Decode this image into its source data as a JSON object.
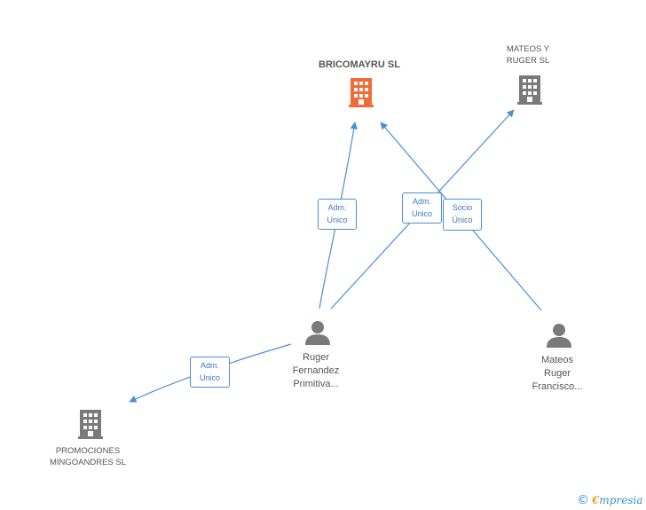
{
  "colors": {
    "edge": "#4a8fd6",
    "company_main": "#f26a35",
    "company": "#7a7a7a",
    "person": "#7a7a7a"
  },
  "nodes": {
    "bricomayru": {
      "type": "company",
      "icon": "building-icon",
      "lines": [
        "BRICOMAYRU SL"
      ]
    },
    "mateos_ruger": {
      "type": "company",
      "icon": "building-icon",
      "lines": [
        "MATEOS Y",
        "RUGER SL"
      ]
    },
    "ruger_fernandez": {
      "type": "person",
      "icon": "person-icon",
      "lines": [
        "Ruger",
        "Fernandez",
        "Primitiva..."
      ]
    },
    "mateos_ruger_francisco": {
      "type": "person",
      "icon": "person-icon",
      "lines": [
        "Mateos",
        "Ruger",
        "Francisco..."
      ]
    },
    "promociones": {
      "type": "company",
      "icon": "building-icon",
      "lines": [
        "PROMOCIONES",
        "MINGOANDRES SL"
      ]
    }
  },
  "edges": [
    {
      "from": "ruger_fernandez",
      "to": "bricomayru",
      "label": [
        "Adm.",
        "Unico"
      ]
    },
    {
      "from": "ruger_fernandez",
      "to": "mateos_ruger",
      "label": [
        "Adm.",
        "Unico"
      ]
    },
    {
      "from": "mateos_ruger_francisco",
      "to": "bricomayru",
      "label": [
        "Socio",
        "Único"
      ]
    },
    {
      "from": "ruger_fernandez",
      "to": "promociones",
      "label": [
        "Adm.",
        "Unico"
      ]
    }
  ],
  "footer": {
    "copyright": "©",
    "brand_first": "€",
    "brand_rest": "mpresia"
  }
}
